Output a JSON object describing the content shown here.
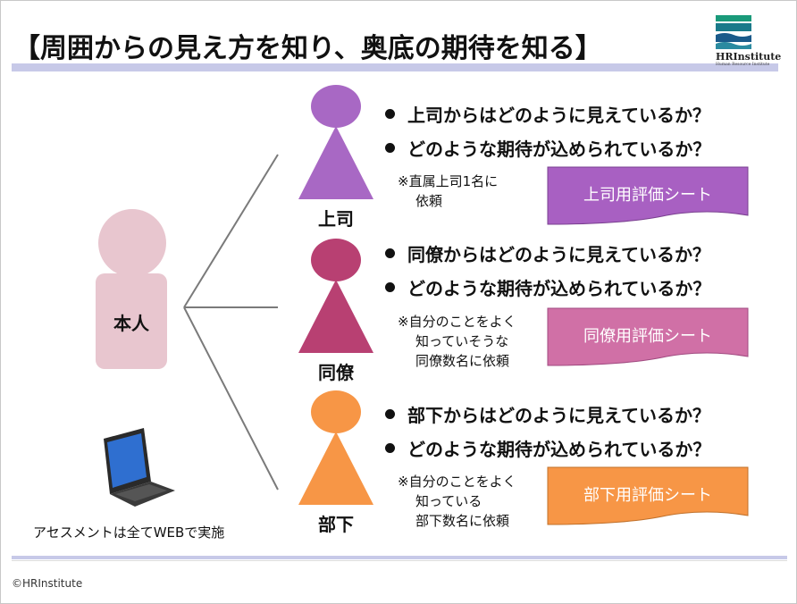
{
  "slide": {
    "title": "【周囲からの見え方を知り、奥底の期待を知る】",
    "logo": {
      "name": "HRInstitute",
      "tagline": "Human Resource Institute"
    },
    "self": {
      "label": "本人",
      "color": "#e8c6cf"
    },
    "assessment_note": "アセスメントは全てWEBで実施",
    "roles": [
      {
        "label": "上司",
        "color": "#a868c4",
        "bullets": [
          "上司からはどのように見えているか？",
          "どのような期待が込められているか？"
        ],
        "note_lines": [
          "※直属上司1名に",
          "依頼"
        ],
        "sheet": "上司用評価シート",
        "sheet_color": "#a860c2"
      },
      {
        "label": "同僚",
        "color": "#b84072",
        "bullets": [
          "同僚からはどのように見えているか？",
          "どのような期待が込められているか？"
        ],
        "note_lines": [
          "※自分のことをよく",
          "知っていそうな",
          "同僚数名に依頼"
        ],
        "sheet": "同僚用評価シート",
        "sheet_color": "#d070a6"
      },
      {
        "label": "部下",
        "color": "#f79646",
        "bullets": [
          "部下からはどのように見えているか？",
          "どのような期待が込められているか？"
        ],
        "note_lines": [
          "※自分のことをよく",
          "知っている",
          "部下数名に依頼"
        ],
        "sheet": "部下用評価シート",
        "sheet_color": "#f79646"
      }
    ],
    "copyright": "©HRInstitute"
  }
}
